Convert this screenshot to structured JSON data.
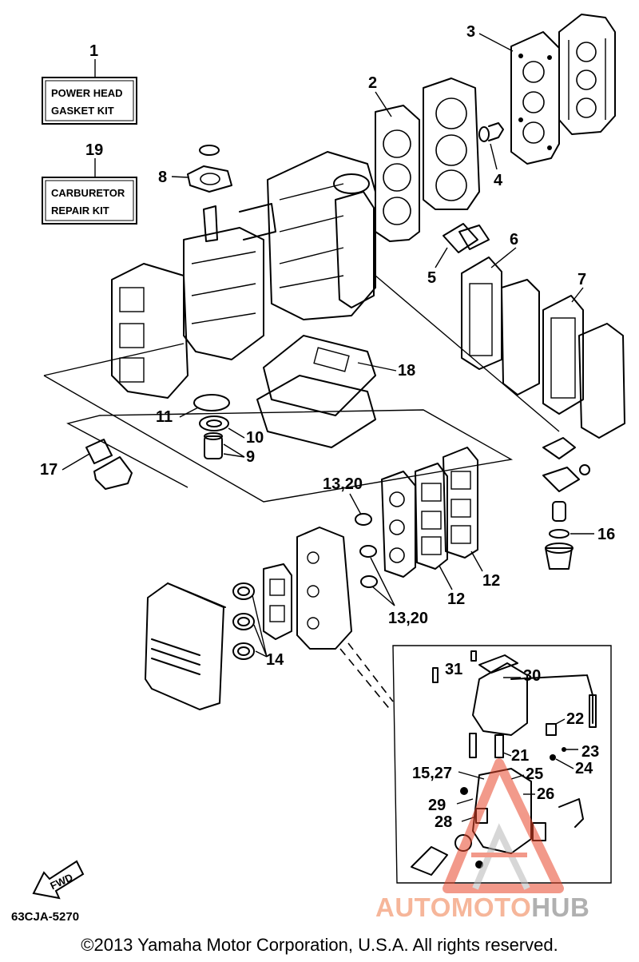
{
  "kits": [
    {
      "number": "1",
      "lines": [
        "POWER HEAD",
        "GASKET KIT"
      ]
    },
    {
      "number": "19",
      "lines": [
        "CARBURETOR",
        "REPAIR KIT"
      ]
    }
  ],
  "callouts": {
    "n2": "2",
    "n3": "3",
    "n4": "4",
    "n5": "5",
    "n6": "6",
    "n7": "7",
    "n8": "8",
    "n9": "9",
    "n10": "10",
    "n11": "11",
    "n12a": "12",
    "n12b": "12",
    "n13_20a": "13,20",
    "n13_20b": "13,20",
    "n14": "14",
    "n15_27": "15,27",
    "n16": "16",
    "n17": "17",
    "n18": "18",
    "n21": "21",
    "n22": "22",
    "n23": "23",
    "n24": "24",
    "n25": "25",
    "n26": "26",
    "n28": "28",
    "n29": "29",
    "n30": "30",
    "n31": "31"
  },
  "fwd_label": "FWD",
  "diagram_code": "63CJA-5270",
  "copyright": "©2013 Yamaha Motor Corporation, U.S.A. All rights reserved.",
  "watermark": {
    "part1": "AUTOMOTO",
    "part2": "HUB",
    "color_primary": "#e8472b",
    "color_secondary": "#9a9a9a"
  }
}
